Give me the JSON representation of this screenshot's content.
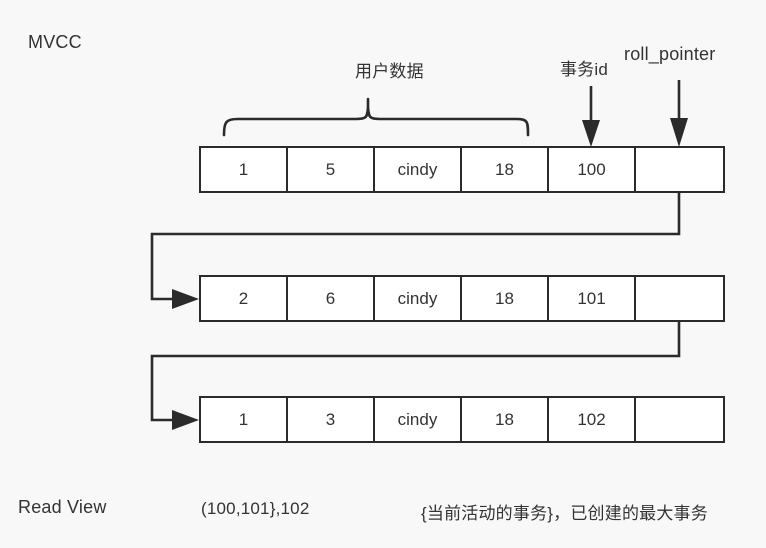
{
  "diagram": {
    "title": "MVCC",
    "bottom_label": "Read View",
    "annotations": {
      "user_data": "用户数据",
      "trx_id": "事务id",
      "roll_pointer": "roll_pointer"
    },
    "read_view": {
      "value": "(100,101},102",
      "note": "{当前活动的事务}，已创建的最大事务"
    },
    "colors": {
      "background": "#f8f8f8",
      "stroke": "#2b2b2b",
      "text": "#333333",
      "cell_fill": "#ffffff"
    },
    "rows": [
      {
        "name": "version-row-1",
        "cells": [
          "1",
          "5",
          "cindy",
          "18",
          "100",
          ""
        ]
      },
      {
        "name": "version-row-2",
        "cells": [
          "2",
          "6",
          "cindy",
          "18",
          "101",
          ""
        ]
      },
      {
        "name": "version-row-3",
        "cells": [
          "1",
          "3",
          "cindy",
          "18",
          "102",
          ""
        ]
      }
    ],
    "icons": {
      "brace": "curly-brace-icon",
      "down_arrow": "down-arrow-icon",
      "link_arrow": "undo-link-arrow-icon"
    }
  }
}
